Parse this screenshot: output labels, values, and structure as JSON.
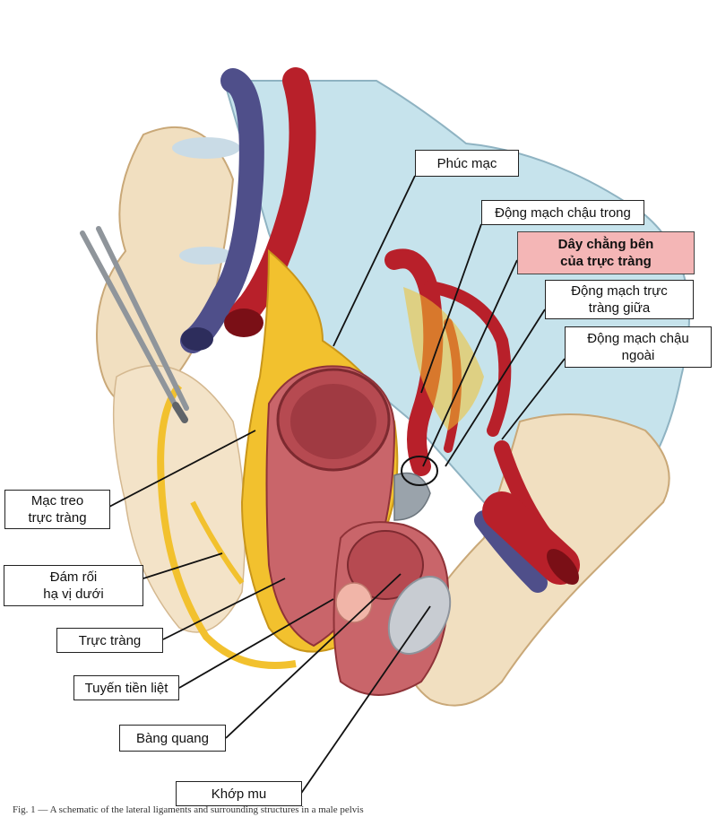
{
  "labels": {
    "peritoneum": "Phúc mạc",
    "internal_iliac_artery": "Động mạch chậu trong",
    "lateral_ligament": "Dây chằng bên\ncủa trực tràng",
    "middle_rectal_artery": "Động mạch trực\ntràng giữa",
    "external_iliac_artery": "Động mạch chậu\nngoài",
    "mesorectum": "Mạc treo\ntrực tràng",
    "inferior_hypogastric_plexus": "Đám rối\nhạ vị dưới",
    "rectum": "Trực tràng",
    "prostate": "Tuyến tiền liệt",
    "bladder": "Bàng quang",
    "pubic_symphysis": "Khớp mu"
  },
  "caption": "Fig. 1 — A schematic of the lateral ligaments and surrounding structures in a male pelvis",
  "colors": {
    "highlight_fill": "#f4b6b6",
    "artery": "#b8202a",
    "vein": "#4f4f8a",
    "nerve_fat": "#f2c12e",
    "peritoneum": "#b9dde8",
    "bone": "#f1dfc0",
    "muscle": "#c9656a"
  }
}
